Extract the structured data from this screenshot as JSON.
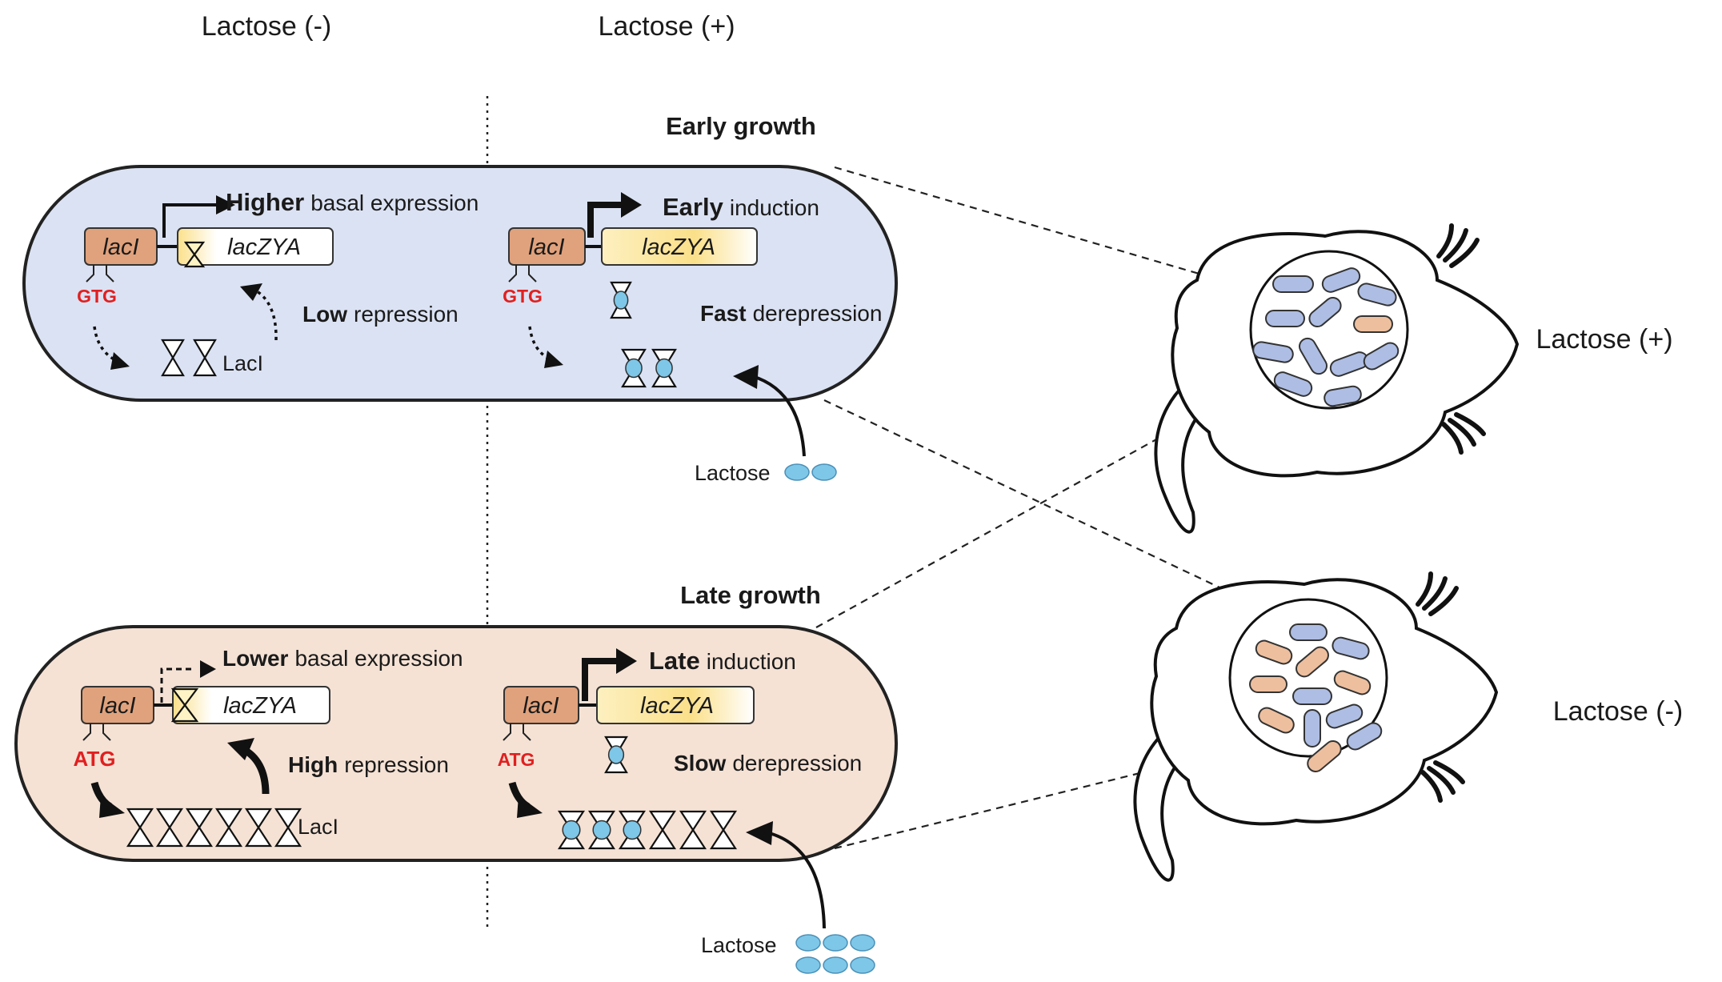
{
  "headers": {
    "left": "Lactose (-)",
    "right": "Lactose (+)"
  },
  "early": {
    "title": "Early growth",
    "left": {
      "gene1": "lacI",
      "gene2": "lacZYA",
      "codon": "GTG",
      "expr_bold": "Higher",
      "expr_rest": "basal expression",
      "rep_bold": "Low",
      "rep_rest": "repression",
      "protein": "LacI"
    },
    "right": {
      "gene1": "lacI",
      "gene2": "lacZYA",
      "codon": "GTG",
      "ind_bold": "Early",
      "ind_rest": "induction",
      "der_bold": "Fast",
      "der_rest": "derepression"
    },
    "lactose_label": "Lactose"
  },
  "late": {
    "title": "Late growth",
    "left": {
      "gene1": "lacI",
      "gene2": "lacZYA",
      "codon": "ATG",
      "expr_bold": "Lower",
      "expr_rest": "basal expression",
      "rep_bold": "High",
      "rep_rest": "repression",
      "protein": "LacI"
    },
    "right": {
      "gene1": "lacI",
      "gene2": "lacZYA",
      "codon": "ATG",
      "ind_bold": "Late",
      "ind_rest": "induction",
      "der_bold": "Slow",
      "der_rest": "derepression"
    },
    "lactose_label": "Lactose"
  },
  "mice": {
    "top_label": "Lactose (+)",
    "bottom_label": "Lactose (-)"
  },
  "colors": {
    "early_cell": "#dbe2f3",
    "late_cell": "#f5e2d5",
    "laci_box": "#e0a27c",
    "lactose": "#7ec7e8",
    "codon": "#e02020",
    "bacteria_blue": "#aebde3",
    "bacteria_orange": "#eebf9e"
  }
}
